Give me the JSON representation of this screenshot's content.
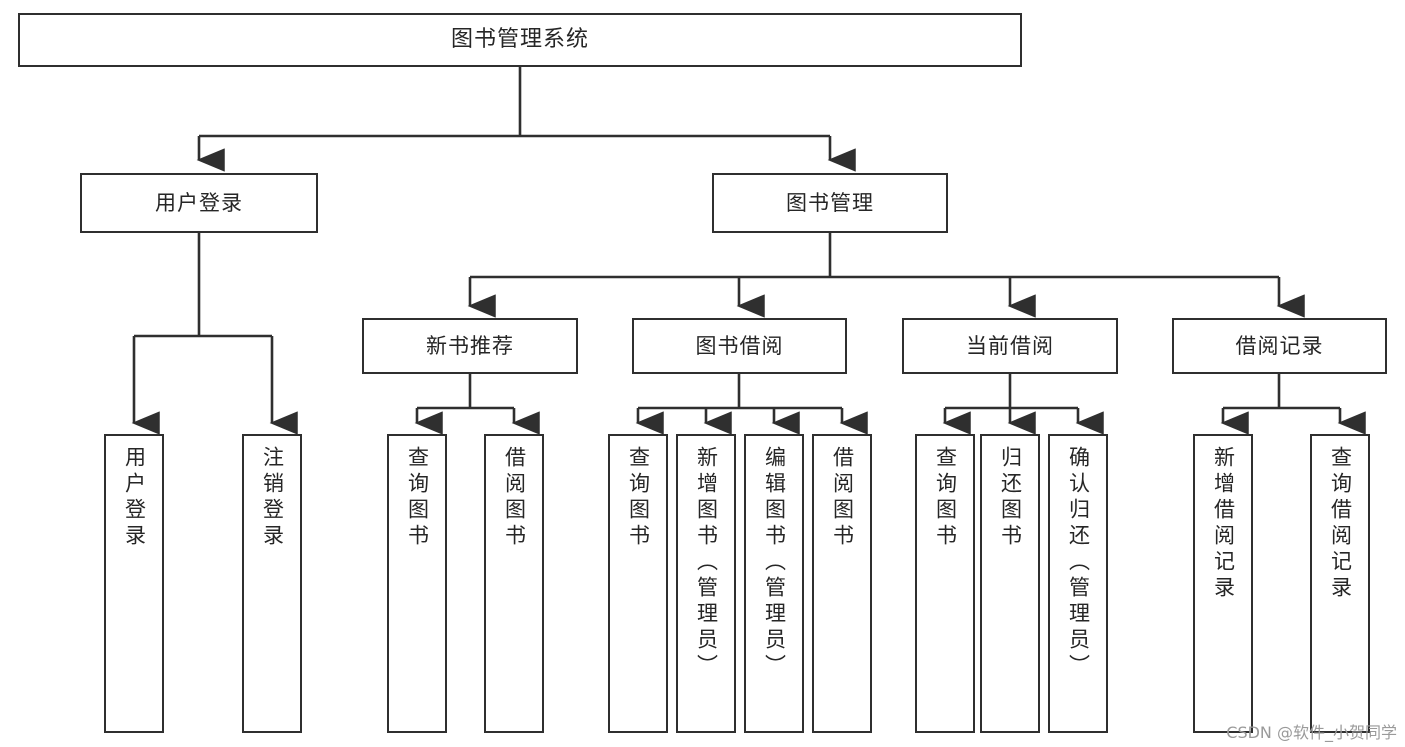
{
  "diagram": {
    "type": "tree-hierarchy-chart",
    "title": "图书管理系统",
    "stroke_color": "#2f2f2f",
    "text_color": "#262626",
    "background_color": "#ffffff",
    "watermark": "CSDN @软件_小贺同学"
  },
  "nodes": {
    "root": {
      "label": "图书管理系统"
    },
    "level2": [
      {
        "id": "user-login",
        "label": "用户登录"
      },
      {
        "id": "book-manage",
        "label": "图书管理"
      }
    ],
    "level3": [
      {
        "id": "new-book-recommend",
        "label": "新书推荐"
      },
      {
        "id": "book-borrow",
        "label": "图书借阅"
      },
      {
        "id": "current-borrow",
        "label": "当前借阅"
      },
      {
        "id": "borrow-record",
        "label": "借阅记录"
      }
    ],
    "leaves": {
      "user-login": [
        {
          "id": "leaf-user-login",
          "label": "用户登录"
        },
        {
          "id": "leaf-logout",
          "label": "注销登录"
        }
      ],
      "new-book-recommend": [
        {
          "id": "leaf-query-book-1",
          "label": "查询图书"
        },
        {
          "id": "leaf-borrow-book-1",
          "label": "借阅图书"
        }
      ],
      "book-borrow": [
        {
          "id": "leaf-query-book-2",
          "label": "查询图书"
        },
        {
          "id": "leaf-add-book",
          "label": "新增图书（管理员）"
        },
        {
          "id": "leaf-edit-book",
          "label": "编辑图书（管理员）"
        },
        {
          "id": "leaf-borrow-book-2",
          "label": "借阅图书"
        }
      ],
      "current-borrow": [
        {
          "id": "leaf-query-book-3",
          "label": "查询图书"
        },
        {
          "id": "leaf-return-book",
          "label": "归还图书"
        },
        {
          "id": "leaf-confirm-return",
          "label": "确认归还（管理员）"
        }
      ],
      "borrow-record": [
        {
          "id": "leaf-add-record",
          "label": "新增借阅记录"
        },
        {
          "id": "leaf-query-record",
          "label": "查询借阅记录"
        }
      ]
    }
  }
}
